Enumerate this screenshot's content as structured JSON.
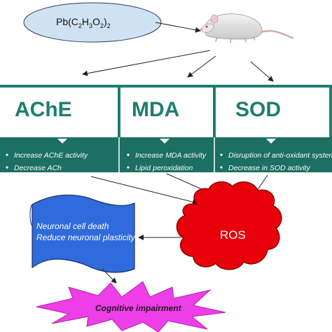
{
  "compound": {
    "base": "Pb(C",
    "sub1": "2",
    "h": "H",
    "sub2": "3",
    "o": "O",
    "sub3": "2",
    "close": ")",
    "sub4": "2"
  },
  "rat_icon": "rat-icon",
  "markers": [
    {
      "label": "AChE",
      "bullets": [
        "Increase AChE activity",
        "Decrease ACh"
      ]
    },
    {
      "label": "MDA",
      "bullets": [
        "Increase MDA activity",
        "Lipid peroxidation"
      ]
    },
    {
      "label": "SOD",
      "bullets": [
        "Disruption of anti-oxidant system",
        "Decrease in SOD activity"
      ]
    }
  ],
  "ros": {
    "label": "ROS"
  },
  "neuron": {
    "line1": "Neuronal cell death",
    "line2": "Reduce neuronal plasticity"
  },
  "outcome": {
    "label": "Cognitive impairment"
  },
  "colors": {
    "ellipse_fill": "#cfe2f3",
    "teal": "#1e7e6e",
    "bar_dark": "#1b6f63",
    "ros_red": "#e8000b",
    "neuron_blue": "#2f6bdc",
    "burst_magenta": "#ee3ee8"
  }
}
